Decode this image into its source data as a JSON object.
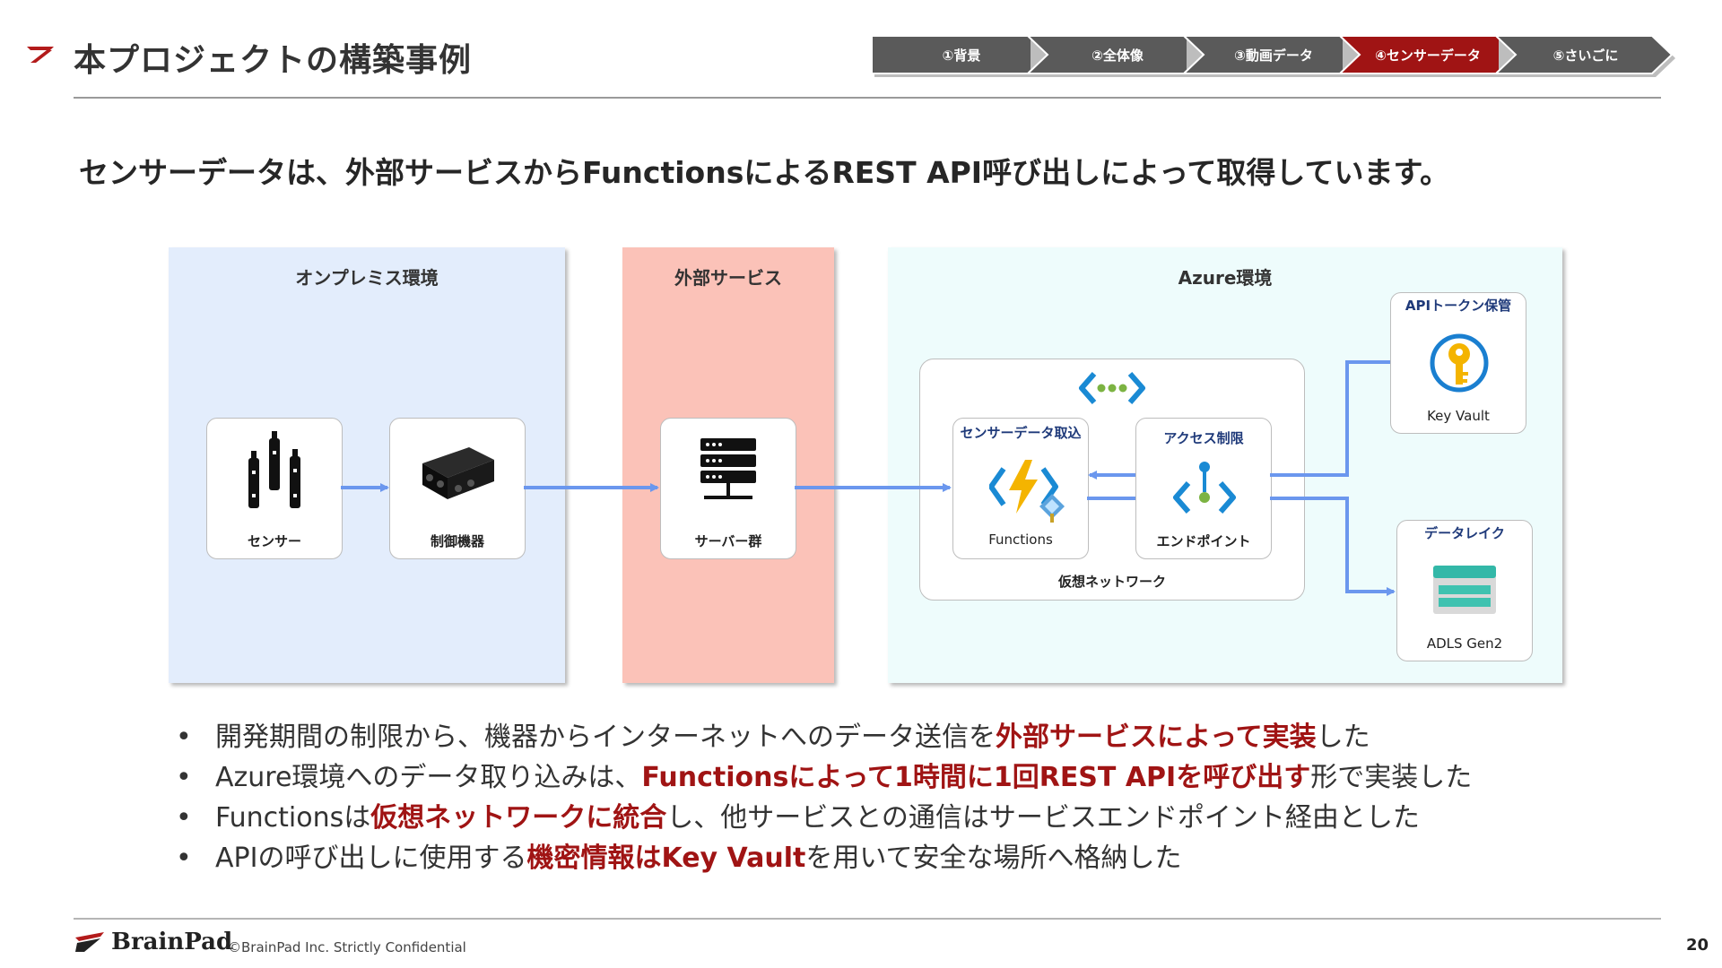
{
  "header": {
    "title": "本プロジェクトの構築事例",
    "steps": [
      {
        "label": "①背景",
        "active": false
      },
      {
        "label": "②全体像",
        "active": false
      },
      {
        "label": "③動画データ",
        "active": false
      },
      {
        "label": "④センサーデータ",
        "active": true
      },
      {
        "label": "⑤さいごに",
        "active": false
      }
    ]
  },
  "headline": "センサーデータは、外部サービスからFunctionsによるREST API呼び出しによって取得しています。",
  "diagram": {
    "zones": {
      "onprem": "オンプレミス環境",
      "external": "外部サービス",
      "azure": "Azure環境"
    },
    "nodes": {
      "sensor": "センサー",
      "controller": "制御機器",
      "servers": "サーバー群",
      "functions_title": "センサーデータ取込",
      "functions": "Functions",
      "endpoint_title": "アクセス制限",
      "endpoint": "エンドポイント",
      "vnet": "仮想ネットワーク",
      "keyvault_title": "APIトークン保管",
      "keyvault": "Key Vault",
      "datalake_title": "データレイク",
      "datalake": "ADLS Gen2"
    },
    "colors": {
      "onprem_bg": "#e3edfc",
      "external_bg": "#fbc2b8",
      "azure_bg": "#eefcfc",
      "arrow": "#6b97ee",
      "accent_red": "#a01414"
    }
  },
  "bullets": [
    {
      "parts": [
        {
          "t": "開発期間の制限から、機器からインターネットへのデータ送信を"
        },
        {
          "t": "外部サービスによって実装",
          "hl": true
        },
        {
          "t": "した"
        }
      ]
    },
    {
      "parts": [
        {
          "t": "Azure環境へのデータ取り込みは、"
        },
        {
          "t": "Functionsによって1時間に1回REST APIを呼び出す",
          "hl": true
        },
        {
          "t": "形で実装した"
        }
      ]
    },
    {
      "parts": [
        {
          "t": "Functionsは"
        },
        {
          "t": "仮想ネットワークに統合",
          "hl": true
        },
        {
          "t": "し、他サービスとの通信はサービスエンドポイント経由とした"
        }
      ]
    },
    {
      "parts": [
        {
          "t": "APIの呼び出しに使用する"
        },
        {
          "t": "機密情報はKey Vault",
          "hl": true
        },
        {
          "t": "を用いて安全な場所へ格納した"
        }
      ]
    }
  ],
  "footer": {
    "brand": "BrainPad",
    "copyright": "©BrainPad Inc.  Strictly Confidential",
    "page_number": "20"
  }
}
